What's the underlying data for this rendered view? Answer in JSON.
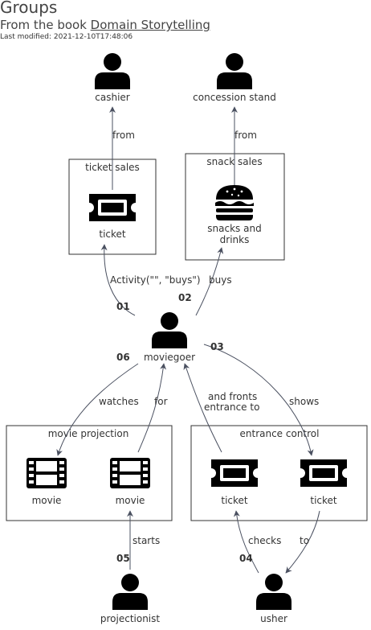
{
  "header": {
    "title": "Groups",
    "subtitle_prefix": "From the book ",
    "subtitle_link": "Domain Storytelling",
    "last_modified": "Last modified: 2021-12-10T17:48:06"
  },
  "groups": {
    "ticket_sales": "ticket sales",
    "snack_sales": "snack sales",
    "movie_projection": "movie projection",
    "entrance_control": "entrance control"
  },
  "actors": {
    "cashier": "cashier",
    "concession_stand": "concession stand",
    "moviegoer": "moviegoer",
    "projectionist": "projectionist",
    "usher": "usher"
  },
  "work_objects": {
    "ticket_sold": "ticket",
    "snacks_line1": "snacks and",
    "snacks_line2": "drinks",
    "movie_watched": "movie",
    "movie_started": "movie",
    "ticket_fronted": "ticket",
    "ticket_shown": "ticket"
  },
  "edges": {
    "from_cashier": "from",
    "from_concession": "from",
    "activity_buys": "Activity(\"\", \"buys\")",
    "buys": "buys",
    "watches": "watches",
    "for": "for",
    "and_fronts_line1": "and fronts",
    "and_fronts_line2": "entrance to",
    "shows": "shows",
    "starts": "starts",
    "checks": "checks",
    "to": "to"
  },
  "steps": {
    "s01": "01",
    "s02": "02",
    "s03": "03",
    "s04": "04",
    "s05": "05",
    "s06": "06"
  },
  "icons": {
    "actor": "person-icon",
    "ticket": "ticket-icon",
    "food": "burger-icon",
    "movie": "film-icon"
  },
  "colors": {
    "arrow": "#4a5060",
    "icon": "#000000",
    "box_border": "#333333"
  }
}
